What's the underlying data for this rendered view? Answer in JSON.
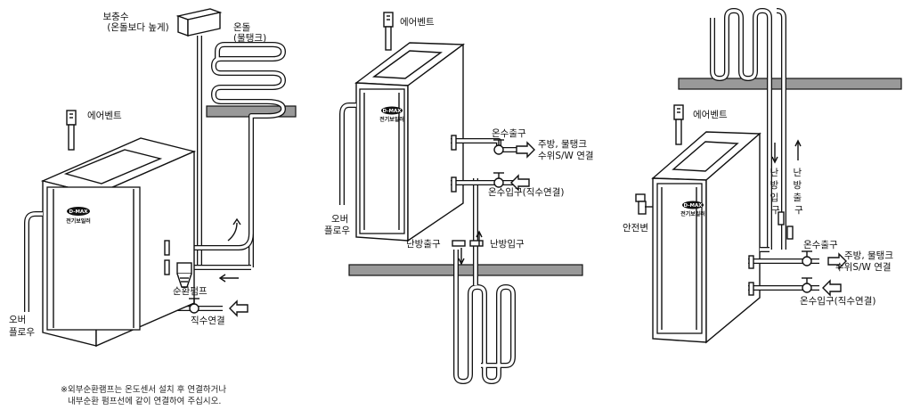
{
  "left": {
    "makeup_water": "보충수",
    "makeup_water_sub": "(온돌보다 높게)",
    "ondol": "온돌",
    "ondol_sub": "(물탱크)",
    "air_vent": "에어벤트",
    "brand": "D-MAX",
    "brand_sub": "전기보일러",
    "overflow_1": "오버",
    "overflow_2": "플로우",
    "circ_pump": "순환펌프",
    "direct_water": "직수연결"
  },
  "middle": {
    "air_vent": "에어벤트",
    "brand": "D-MAX",
    "brand_sub": "전기보일러",
    "hot_out": "온수출구",
    "kitchen_1": "주방, 물탱크",
    "kitchen_2": "수위S/W 연결",
    "hot_in": "온수입구(직수연결)",
    "overflow_1": "오버",
    "overflow_2": "플로우",
    "heat_out": "난방출구",
    "heat_in": "난방입구"
  },
  "right": {
    "air_vent": "에어벤트",
    "brand": "D-MAX",
    "brand_sub": "전기보일러",
    "safety_valve": "안전변",
    "heat_in_v": "난방입구",
    "heat_out_v": "난방출구",
    "hot_out": "온수출구",
    "kitchen_1": "주방, 물탱크",
    "kitchen_2": "수위S/W 연결",
    "hot_in": "온수입구(직수연결)"
  },
  "footnote": {
    "line1": "※외부순환램프는 온도센서 설치 후 연결하거나",
    "line2": "내부순환 펌프선에 같이 연결하여 주십시오."
  }
}
